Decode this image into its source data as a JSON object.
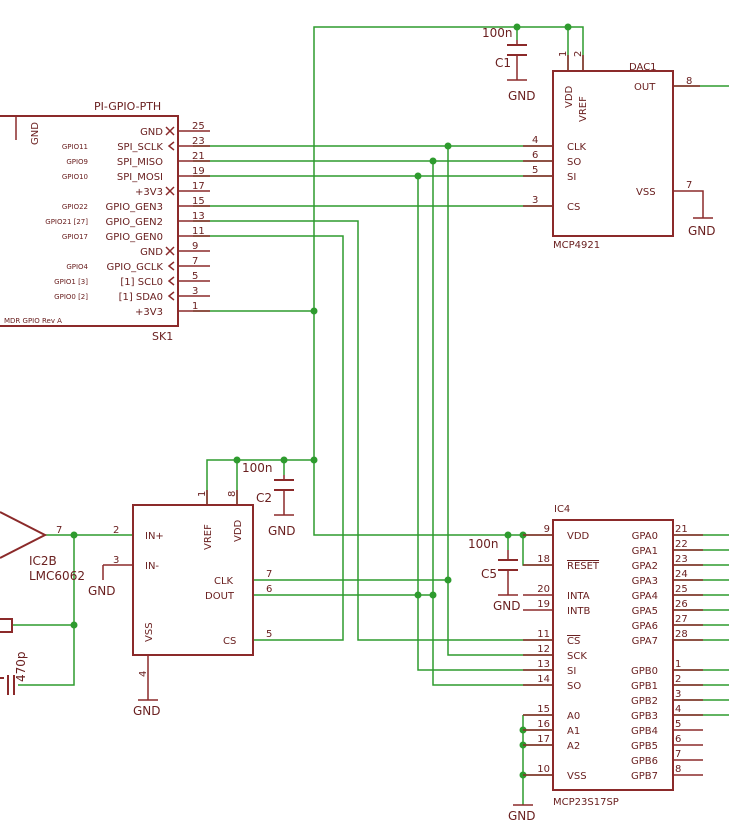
{
  "sk1": {
    "header": "PI-GPIO-PTH",
    "name": "SK1",
    "footer": "MDR GPIO Rev A",
    "pins": [
      {
        "num": "25",
        "label": "GND",
        "gpio": ""
      },
      {
        "num": "23",
        "label": "SPI_SCLK",
        "gpio": "GPIO11"
      },
      {
        "num": "21",
        "label": "SPI_MISO",
        "gpio": "GPIO9"
      },
      {
        "num": "19",
        "label": "SPI_MOSI",
        "gpio": "GPIO10"
      },
      {
        "num": "17",
        "label": "+3V3",
        "gpio": ""
      },
      {
        "num": "15",
        "label": "GPIO_GEN3",
        "gpio": "GPIO22"
      },
      {
        "num": "13",
        "label": "GPIO_GEN2",
        "gpio": "GPIO21 [27]"
      },
      {
        "num": "11",
        "label": "GPIO_GEN0",
        "gpio": "GPIO17"
      },
      {
        "num": "9",
        "label": "GND",
        "gpio": ""
      },
      {
        "num": "7",
        "label": "GPIO_GCLK",
        "gpio": "GPIO4"
      },
      {
        "num": "5",
        "label": "[1] SCL0",
        "gpio": "GPIO1 [3]"
      },
      {
        "num": "3",
        "label": "[1] SDA0",
        "gpio": "GPIO0 [2]"
      },
      {
        "num": "1",
        "label": "+3V3",
        "gpio": ""
      }
    ],
    "gnd_vertical": "GND"
  },
  "dac1": {
    "name": "DAC1",
    "part": "MCP4921",
    "pins": {
      "vdd": "VDD",
      "vref": "VREF",
      "out": "OUT",
      "clk": "CLK",
      "so": "SO",
      "si": "SI",
      "cs": "CS",
      "vss": "VSS"
    },
    "pin_nums": {
      "vdd": "1",
      "vref": "2",
      "out": "8",
      "clk": "4",
      "so": "6",
      "si": "5",
      "cs": "3",
      "vss": "7"
    }
  },
  "c1": {
    "name": "C1",
    "value": "100n"
  },
  "c2": {
    "name": "C2",
    "value": "100n"
  },
  "c5": {
    "name": "C5",
    "value": "100n"
  },
  "gnd": "GND",
  "adc": {
    "pins": {
      "inp": "IN+",
      "inm": "IN-",
      "vref": "VREF",
      "vdd": "VDD",
      "clk": "CLK",
      "dout": "DOUT",
      "vss": "VSS",
      "cs": "CS"
    },
    "pin_nums": {
      "inp": "2",
      "inm": "3",
      "vref": "1",
      "vdd": "8",
      "clk": "7",
      "dout": "6",
      "vss": "4",
      "cs": "5"
    }
  },
  "ic2b": {
    "name": "IC2B",
    "part": "LMC6062",
    "out_pin": "7"
  },
  "cap470": {
    "value": "470p"
  },
  "ic4": {
    "name": "IC4",
    "part": "MCP23S17SP",
    "left_pins": [
      {
        "num": "9",
        "label": "VDD"
      },
      {
        "num": "18",
        "label": "RESET"
      },
      {
        "num": "20",
        "label": "INTA"
      },
      {
        "num": "19",
        "label": "INTB"
      },
      {
        "num": "11",
        "label": "CS"
      },
      {
        "num": "12",
        "label": "SCK"
      },
      {
        "num": "13",
        "label": "SI"
      },
      {
        "num": "14",
        "label": "SO"
      },
      {
        "num": "15",
        "label": "A0"
      },
      {
        "num": "16",
        "label": "A1"
      },
      {
        "num": "17",
        "label": "A2"
      },
      {
        "num": "10",
        "label": "VSS"
      }
    ],
    "right_pins": [
      {
        "num": "21",
        "label": "GPA0"
      },
      {
        "num": "22",
        "label": "GPA1"
      },
      {
        "num": "23",
        "label": "GPA2"
      },
      {
        "num": "24",
        "label": "GPA3"
      },
      {
        "num": "25",
        "label": "GPA4"
      },
      {
        "num": "26",
        "label": "GPA5"
      },
      {
        "num": "27",
        "label": "GPA6"
      },
      {
        "num": "28",
        "label": "GPA7"
      },
      {
        "num": "1",
        "label": "GPB0"
      },
      {
        "num": "2",
        "label": "GPB1"
      },
      {
        "num": "3",
        "label": "GPB2"
      },
      {
        "num": "4",
        "label": "GPB3"
      },
      {
        "num": "5",
        "label": "GPB4"
      },
      {
        "num": "6",
        "label": "GPB5"
      },
      {
        "num": "7",
        "label": "GPB6"
      },
      {
        "num": "8",
        "label": "GPB7"
      }
    ]
  }
}
